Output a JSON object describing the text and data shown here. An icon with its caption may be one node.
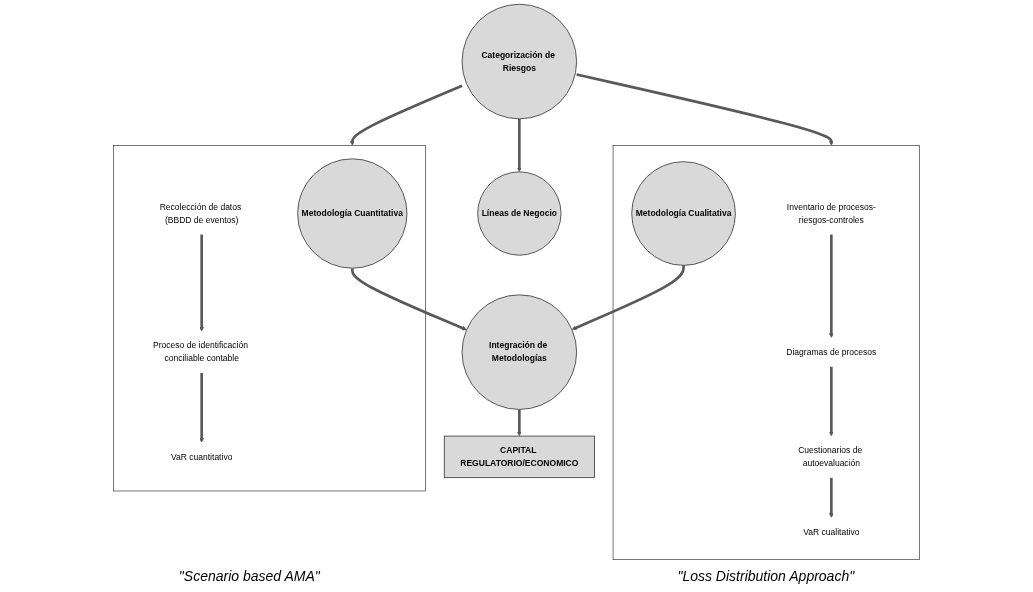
{
  "diagram": {
    "nodes": [
      {
        "text": [
          "Categorización de Riesgos"
        ]
      },
      {
        "text": [
          "Líneas de Negocio"
        ]
      },
      {
        "text": [],
        "shape": "box"
      },
      {
        "text": [
          "Inventario de procesos-riesgos-controles"
        ],
        "in": 2
      },
      {
        "text": [
          "Diagramas de procesos"
        ],
        "in": 2
      },
      {
        "text": [
          "Cuestionarios de autoevaluación"
        ],
        "in": 2
      },
      {
        "text": [
          "VaR cualitativo"
        ],
        "in": 2
      },
      {
        "text": [
          "Metodología Cualitativa"
        ],
        "in": 2
      },
      {
        "text": [
          "Integración de Metodologías"
        ]
      },
      {
        "text": [],
        "shape": "box"
      },
      {
        "text": [
          "Metodología Cuantitativa"
        ],
        "in": 9
      },
      {
        "text": [
          "Recolección de datos (BBDD de eventos)"
        ],
        "in": 9
      },
      {
        "text": [
          "Proceso de identificación conciliable contable"
        ],
        "in": 9
      },
      {
        "text": [
          "VaR cuantitativo"
        ],
        "in": 9
      },
      {
        "text": [
          "CAPITAL REGULATORIO/ECONOMICO"
        ]
      }
    ],
    "edges": [
      {
        "from": 0,
        "to": 1,
        "arrow": "to"
      },
      {
        "from": 0,
        "to": 2,
        "arrow": "to"
      },
      {
        "from": 0,
        "to": 9,
        "arrow": "to"
      },
      {
        "from": 3,
        "to": 4,
        "arrow": "to"
      },
      {
        "from": 4,
        "to": 5,
        "arrow": "to"
      },
      {
        "from": 5,
        "to": 6,
        "arrow": "to"
      },
      {
        "from": 7,
        "to": 8,
        "arrow": "to"
      },
      {
        "from": 10,
        "to": 8,
        "arrow": "to"
      },
      {
        "from": 11,
        "to": 12,
        "arrow": "to"
      },
      {
        "from": 12,
        "to": 13,
        "arrow": "to"
      },
      {
        "from": 8,
        "to": 14,
        "arrow": "to"
      }
    ],
    "labels": [
      "\"Scenario based AMA\"",
      "\"Loss Distribution Approach\""
    ]
  }
}
